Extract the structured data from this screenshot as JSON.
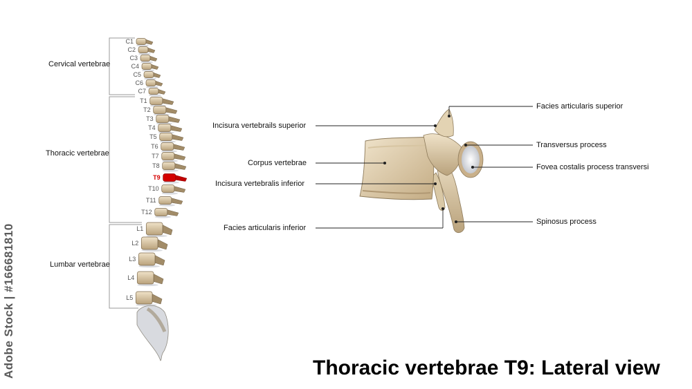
{
  "title": "Thoracic vertebrae T9: Lateral view",
  "watermark": "Adobe Stock | #166681810",
  "highlight_color": "#d40000",
  "regions": {
    "cervical": "Cervical vertebrae",
    "thoracic": "Thoracic vertebrae",
    "lumbar": "Lumbar vertebrae"
  },
  "vertebrae": [
    "C1",
    "C2",
    "C3",
    "C4",
    "C5",
    "C6",
    "C7",
    "T1",
    "T2",
    "T3",
    "T4",
    "T5",
    "T6",
    "T7",
    "T8",
    "T9",
    "T10",
    "T11",
    "T12",
    "L1",
    "L2",
    "L3",
    "L4",
    "L5"
  ],
  "highlighted_vertebra": "T9",
  "labels": {
    "incisura_superior": "Incisura vertebrails superior",
    "corpus": "Corpus vertebrae",
    "incisura_inferior": "Incisura vertebralis inferior",
    "facies_inferior": "Facies articularis inferior",
    "facies_superior": "Facies articularis superior",
    "transversus": "Transversus process",
    "fovea": "Fovea costalis process transversi",
    "spinosus": "Spinosus process"
  }
}
